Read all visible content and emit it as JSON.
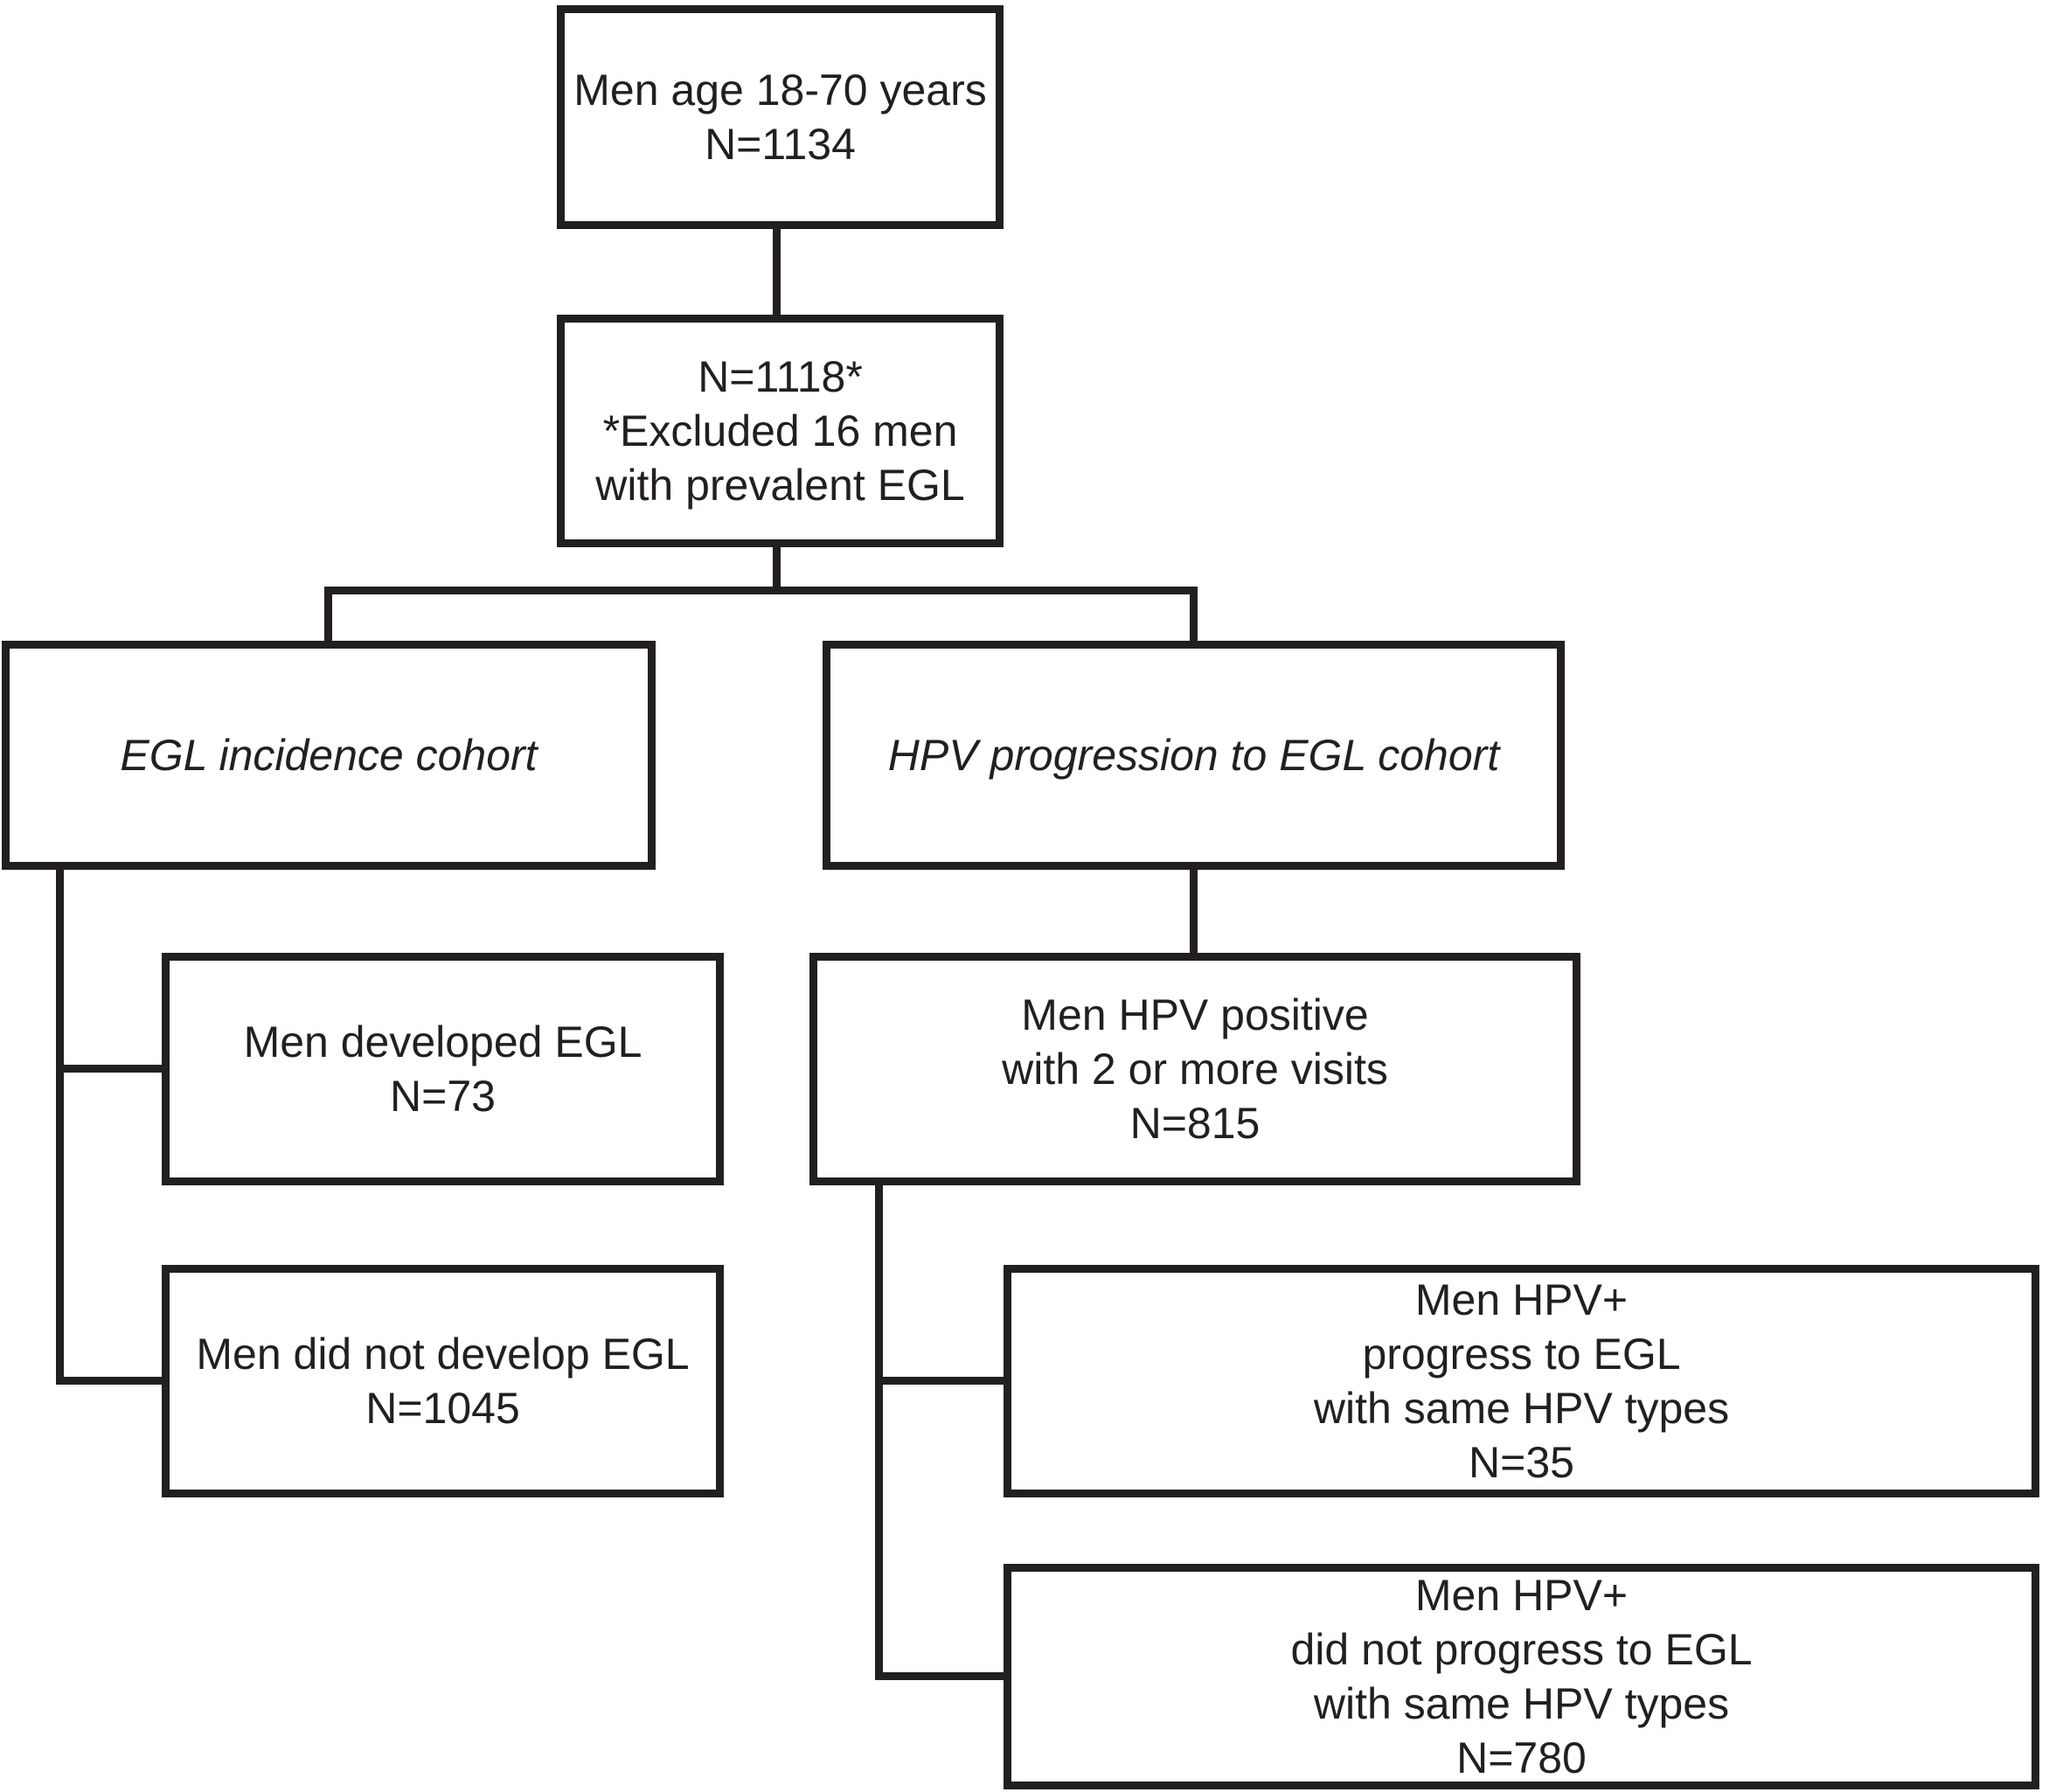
{
  "figure": {
    "type": "flowchart",
    "ink_color": "#231f20",
    "background_color": "#ffffff"
  },
  "nodes": {
    "total": {
      "lines": [
        "Men age 18-70 years",
        "N=1134"
      ]
    },
    "eligible": {
      "lines": [
        "N=1118*",
        "*Excluded 16 men",
        "with prevalent EGL"
      ]
    },
    "egl_cohort": {
      "label": "EGL incidence cohort"
    },
    "hpv_cohort": {
      "label": "HPV progression to EGL cohort"
    },
    "developed_egl": {
      "lines": [
        "Men developed EGL",
        "N=73"
      ]
    },
    "hpv_positive": {
      "lines": [
        "Men HPV positive",
        "with 2 or more visits",
        "N=815"
      ]
    },
    "did_not_develop_egl": {
      "lines": [
        "Men did not develop EGL",
        "N=1045"
      ]
    },
    "progressed_to_egl": {
      "lines": [
        "Men HPV+",
        "progress to EGL",
        "with same HPV types",
        "N=35"
      ]
    },
    "did_not_progress_to_egl": {
      "lines": [
        "Men HPV+",
        "did not progress to EGL",
        "with same HPV types",
        "N=780"
      ]
    }
  }
}
